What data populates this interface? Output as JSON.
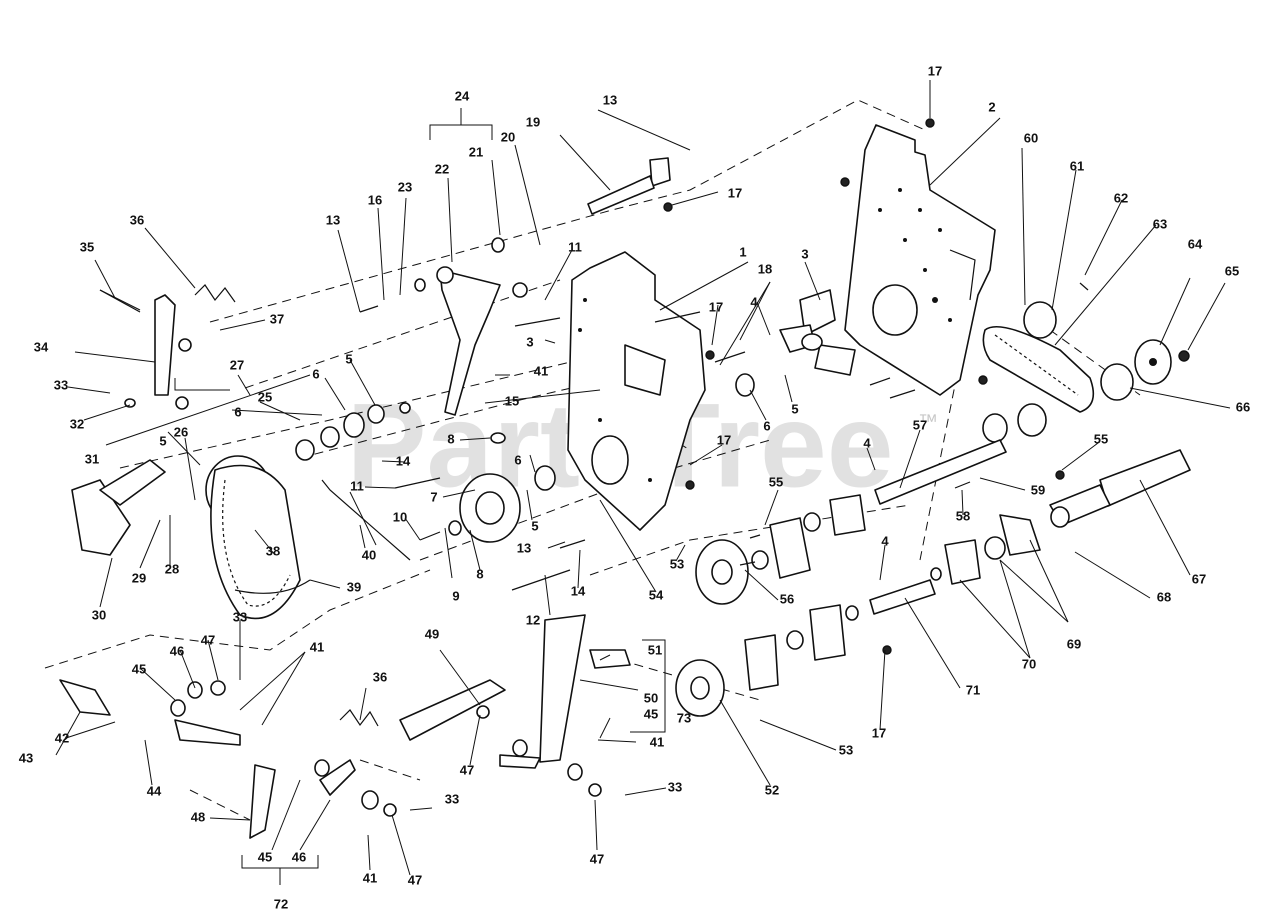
{
  "watermark": {
    "text": "PartsTree",
    "trademark": "™"
  },
  "callouts": [
    {
      "id": "c1",
      "text": "1"
    },
    {
      "id": "c2",
      "text": "2"
    },
    {
      "id": "c3a",
      "text": "3"
    },
    {
      "id": "c3b",
      "text": "3"
    },
    {
      "id": "c4a",
      "text": "4"
    },
    {
      "id": "c4b",
      "text": "4"
    },
    {
      "id": "c4c",
      "text": "4"
    },
    {
      "id": "c5a",
      "text": "5"
    },
    {
      "id": "c5b",
      "text": "5"
    },
    {
      "id": "c5c",
      "text": "5"
    },
    {
      "id": "c5d",
      "text": "5"
    },
    {
      "id": "c6a",
      "text": "6"
    },
    {
      "id": "c6b",
      "text": "6"
    },
    {
      "id": "c6c",
      "text": "6"
    },
    {
      "id": "c6d",
      "text": "6"
    },
    {
      "id": "c7",
      "text": "7"
    },
    {
      "id": "c8a",
      "text": "8"
    },
    {
      "id": "c8b",
      "text": "8"
    },
    {
      "id": "c9",
      "text": "9"
    },
    {
      "id": "c10",
      "text": "10"
    },
    {
      "id": "c11a",
      "text": "11"
    },
    {
      "id": "c11b",
      "text": "11"
    },
    {
      "id": "c12",
      "text": "12"
    },
    {
      "id": "c13a",
      "text": "13"
    },
    {
      "id": "c13b",
      "text": "13"
    },
    {
      "id": "c13c",
      "text": "13"
    },
    {
      "id": "c14a",
      "text": "14"
    },
    {
      "id": "c14b",
      "text": "14"
    },
    {
      "id": "c15",
      "text": "15"
    },
    {
      "id": "c16",
      "text": "16"
    },
    {
      "id": "c17a",
      "text": "17"
    },
    {
      "id": "c17b",
      "text": "17"
    },
    {
      "id": "c17c",
      "text": "17"
    },
    {
      "id": "c17d",
      "text": "17"
    },
    {
      "id": "c17e",
      "text": "17"
    },
    {
      "id": "c18",
      "text": "18"
    },
    {
      "id": "c19",
      "text": "19"
    },
    {
      "id": "c20",
      "text": "20"
    },
    {
      "id": "c21",
      "text": "21"
    },
    {
      "id": "c22",
      "text": "22"
    },
    {
      "id": "c23",
      "text": "23"
    },
    {
      "id": "c24",
      "text": "24"
    },
    {
      "id": "c25",
      "text": "25"
    },
    {
      "id": "c26",
      "text": "26"
    },
    {
      "id": "c27",
      "text": "27"
    },
    {
      "id": "c28",
      "text": "28"
    },
    {
      "id": "c29",
      "text": "29"
    },
    {
      "id": "c30",
      "text": "30"
    },
    {
      "id": "c31",
      "text": "31"
    },
    {
      "id": "c32",
      "text": "32"
    },
    {
      "id": "c33a",
      "text": "33"
    },
    {
      "id": "c33b",
      "text": "33"
    },
    {
      "id": "c33c",
      "text": "33"
    },
    {
      "id": "c33d",
      "text": "33"
    },
    {
      "id": "c34",
      "text": "34"
    },
    {
      "id": "c35",
      "text": "35"
    },
    {
      "id": "c36a",
      "text": "36"
    },
    {
      "id": "c36b",
      "text": "36"
    },
    {
      "id": "c37",
      "text": "37"
    },
    {
      "id": "c38",
      "text": "38"
    },
    {
      "id": "c39",
      "text": "39"
    },
    {
      "id": "c40",
      "text": "40"
    },
    {
      "id": "c41a",
      "text": "41"
    },
    {
      "id": "c41b",
      "text": "41"
    },
    {
      "id": "c41c",
      "text": "41"
    },
    {
      "id": "c41d",
      "text": "41"
    },
    {
      "id": "c42",
      "text": "42"
    },
    {
      "id": "c43",
      "text": "43"
    },
    {
      "id": "c44",
      "text": "44"
    },
    {
      "id": "c45a",
      "text": "45"
    },
    {
      "id": "c45b",
      "text": "45"
    },
    {
      "id": "c45c",
      "text": "45"
    },
    {
      "id": "c46a",
      "text": "46"
    },
    {
      "id": "c46b",
      "text": "46"
    },
    {
      "id": "c47a",
      "text": "47"
    },
    {
      "id": "c47b",
      "text": "47"
    },
    {
      "id": "c47c",
      "text": "47"
    },
    {
      "id": "c47d",
      "text": "47"
    },
    {
      "id": "c48",
      "text": "48"
    },
    {
      "id": "c49",
      "text": "49"
    },
    {
      "id": "c50",
      "text": "50"
    },
    {
      "id": "c51",
      "text": "51"
    },
    {
      "id": "c52",
      "text": "52"
    },
    {
      "id": "c53a",
      "text": "53"
    },
    {
      "id": "c53b",
      "text": "53"
    },
    {
      "id": "c54",
      "text": "54"
    },
    {
      "id": "c55a",
      "text": "55"
    },
    {
      "id": "c55b",
      "text": "55"
    },
    {
      "id": "c56",
      "text": "56"
    },
    {
      "id": "c57",
      "text": "57"
    },
    {
      "id": "c58",
      "text": "58"
    },
    {
      "id": "c59",
      "text": "59"
    },
    {
      "id": "c60",
      "text": "60"
    },
    {
      "id": "c61",
      "text": "61"
    },
    {
      "id": "c62",
      "text": "62"
    },
    {
      "id": "c63",
      "text": "63"
    },
    {
      "id": "c64",
      "text": "64"
    },
    {
      "id": "c65",
      "text": "65"
    },
    {
      "id": "c66",
      "text": "66"
    },
    {
      "id": "c67",
      "text": "67"
    },
    {
      "id": "c68",
      "text": "68"
    },
    {
      "id": "c69",
      "text": "69"
    },
    {
      "id": "c70",
      "text": "70"
    },
    {
      "id": "c71",
      "text": "71"
    },
    {
      "id": "c72",
      "text": "72"
    },
    {
      "id": "c73",
      "text": "73"
    }
  ]
}
